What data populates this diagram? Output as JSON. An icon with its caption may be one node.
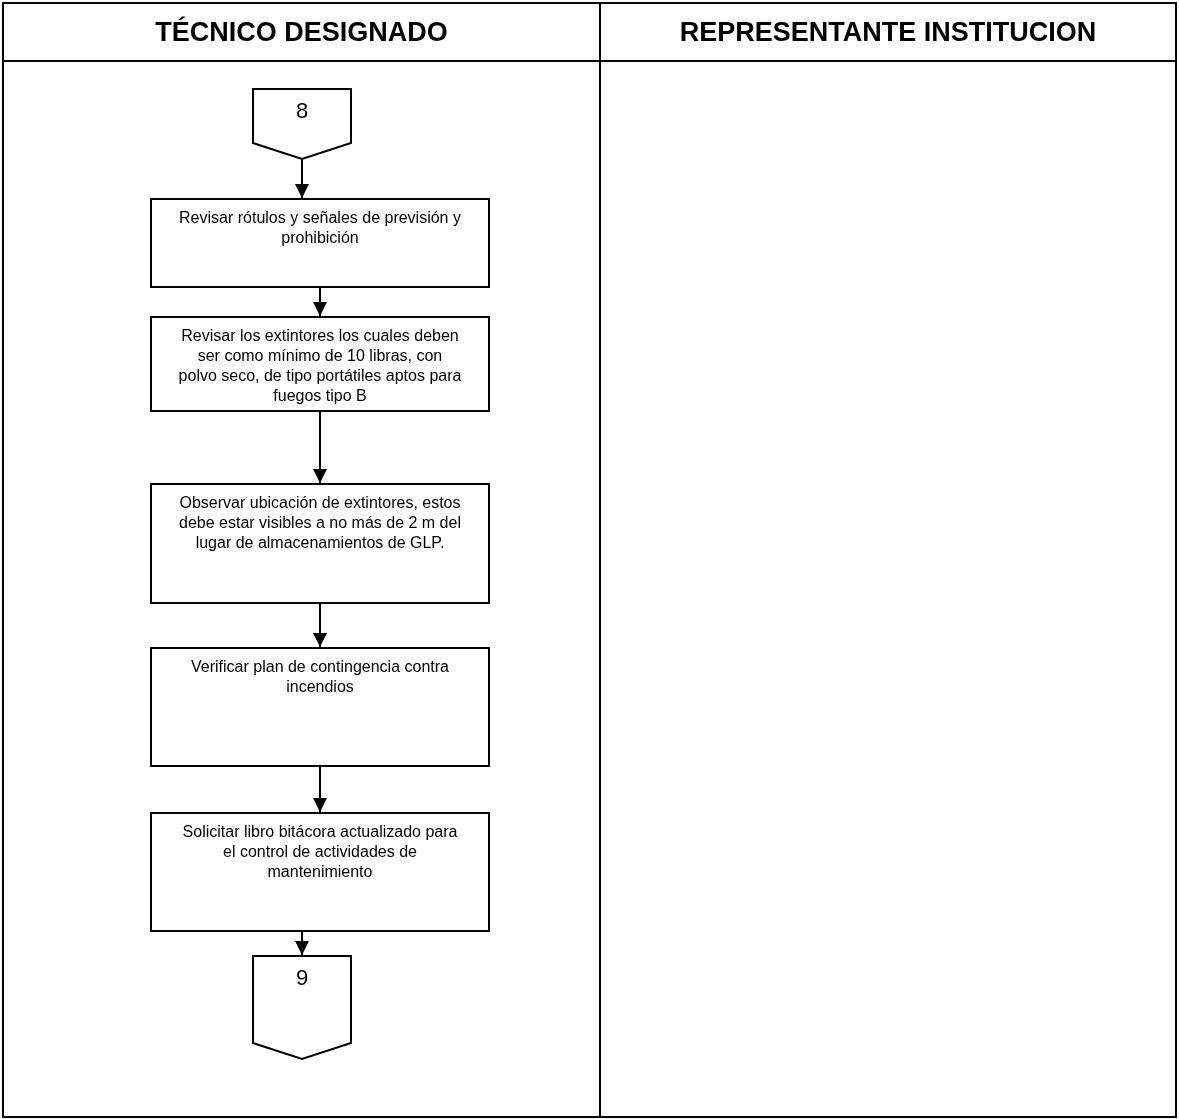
{
  "diagram": {
    "nodes": [
      {
        "text": [
          "TÉCNICO DESIGNADO"
        ]
      },
      {
        "text": [
          "REPRESENTANTE INSTITUCION"
        ]
      },
      {
        "text": [
          "8"
        ],
        "in": 0
      },
      {
        "text": [
          "Revisar rótulos y señales de previsión y prohibición"
        ],
        "in": 0
      },
      {
        "text": [
          "Revisar los extintores los cuales deben ser como mínimo de 10 libras, con polvo seco, de tipo portátiles aptos para fuegos tipo B"
        ],
        "in": 0
      },
      {
        "text": [
          "Observar ubicación de extintores, estos debe estar visibles a no más de 2 m del lugar de almacenamientos de GLP."
        ],
        "in": 0
      },
      {
        "text": [
          "Verificar plan de contingencia contra incendios"
        ],
        "in": 0
      },
      {
        "text": [
          "Solicitar libro bitácora actualizado para el control de actividades de mantenimiento"
        ],
        "in": 0
      },
      {
        "text": [
          "9"
        ],
        "in": 0
      }
    ],
    "edges": [
      {
        "from": 2,
        "to": 3,
        "arrow": "to"
      },
      {
        "from": 3,
        "to": 4,
        "arrow": "to"
      },
      {
        "from": 4,
        "to": 5,
        "arrow": "to"
      },
      {
        "from": 5,
        "to": 6,
        "arrow": "to"
      },
      {
        "from": 6,
        "to": 7,
        "arrow": "to"
      },
      {
        "from": 7,
        "to": 8,
        "arrow": "to"
      }
    ]
  }
}
